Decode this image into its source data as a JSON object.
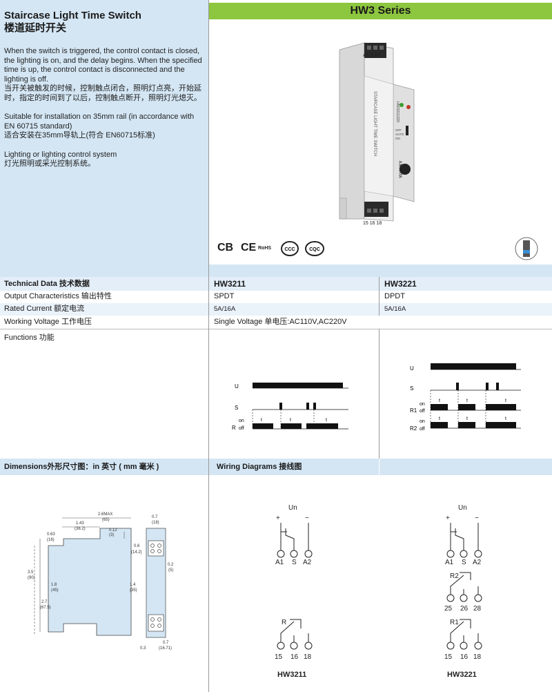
{
  "product": {
    "title": "Staircase Light Time Switch",
    "title_cn": "楼道延时开关",
    "desc_en": "When the switch is triggered, the control contact is closed, the lighting is on, and the delay begins. When the specified time is up, the control contact is disconnected and the lighting is off.",
    "desc_cn": "当开关被触发的时候，控制触点闭合，照明灯点亮，开始延时，指定的时间到了以后，控制触点断开，照明灯光熄灭。",
    "install_en": "Suitable for installation on 35mm rail (in accordance with EN 60715 standard)",
    "install_cn": "适合安装在35mm导轨上(符合 EN60715标准)",
    "app_en": "Lighting or lighting control system",
    "app_cn": "灯光照明或采光控制系统。"
  },
  "series": "HW3 Series",
  "device": {
    "terminals_top": "A1  S  A2",
    "model": "HW3211220",
    "brand": "YUANKY",
    "side_text": "STAIRCASE LIGHT TIME SWITCH",
    "mode_labels": [
      "OFF",
      "AUTO",
      "ON"
    ],
    "terminals_bottom": "15  16  18"
  },
  "certs": [
    "CB",
    "CE",
    "RoHS",
    "CCC",
    "CQC"
  ],
  "table": {
    "header": {
      "label": "Technical Data 技术数据",
      "col1": "HW3211",
      "col2": "HW3221"
    },
    "rows": [
      {
        "label": "Output Characteristics 输出特性",
        "col1": "SPDT",
        "col2": "DPDT"
      },
      {
        "label": "Rated Current 额定电流",
        "col1": "5A/16A",
        "col2": "5A/16A"
      },
      {
        "label": "Working Voltage 工作电压",
        "col1": "Single Voltage 单电压:AC110V,AC220V",
        "col2": ""
      }
    ],
    "functions_label": "Functions 功能"
  },
  "timing": {
    "U": "U",
    "S": "S",
    "on": "on",
    "off": "off",
    "R": "R",
    "R1": "R1",
    "R2": "R2",
    "t": "t"
  },
  "sections": {
    "dimensions": "Dimensions外形尺寸图：in 英寸 ( mm 毫米 )",
    "wiring": "Wiring Diagrams 接线图"
  },
  "dims": {
    "overall": "2.6MAX",
    "overall_mm": "(65)",
    "a": "1.43",
    "a_mm": "(36.2)",
    "b": "0.63",
    "b_mm": "(16)",
    "c": "0.12",
    "c_mm": "(3)",
    "d": "0.6",
    "d_mm": "(14.2)",
    "h": "3.5",
    "h_mm": "(90)",
    "i": "1.8",
    "i_mm": "(45)",
    "j": "2.7",
    "j_mm": "(67.5)",
    "k": "1.4",
    "k_mm": "(35)",
    "w": "0.7",
    "w_mm": "(18)",
    "e": "0.2",
    "e_mm": "(5)",
    "f": "0.3",
    "g": "0.7",
    "g_mm": "(16.71)"
  },
  "wiring": {
    "un": "Un",
    "plus": "+",
    "minus": "−",
    "a1": "A1",
    "s": "S",
    "a2": "A2",
    "r": "R",
    "r1": "R1",
    "r2": "R2",
    "t15": "15",
    "t16": "16",
    "t18": "18",
    "t25": "25",
    "t26": "26",
    "t28": "28",
    "model1": "HW3211",
    "model2": "HW3221"
  }
}
